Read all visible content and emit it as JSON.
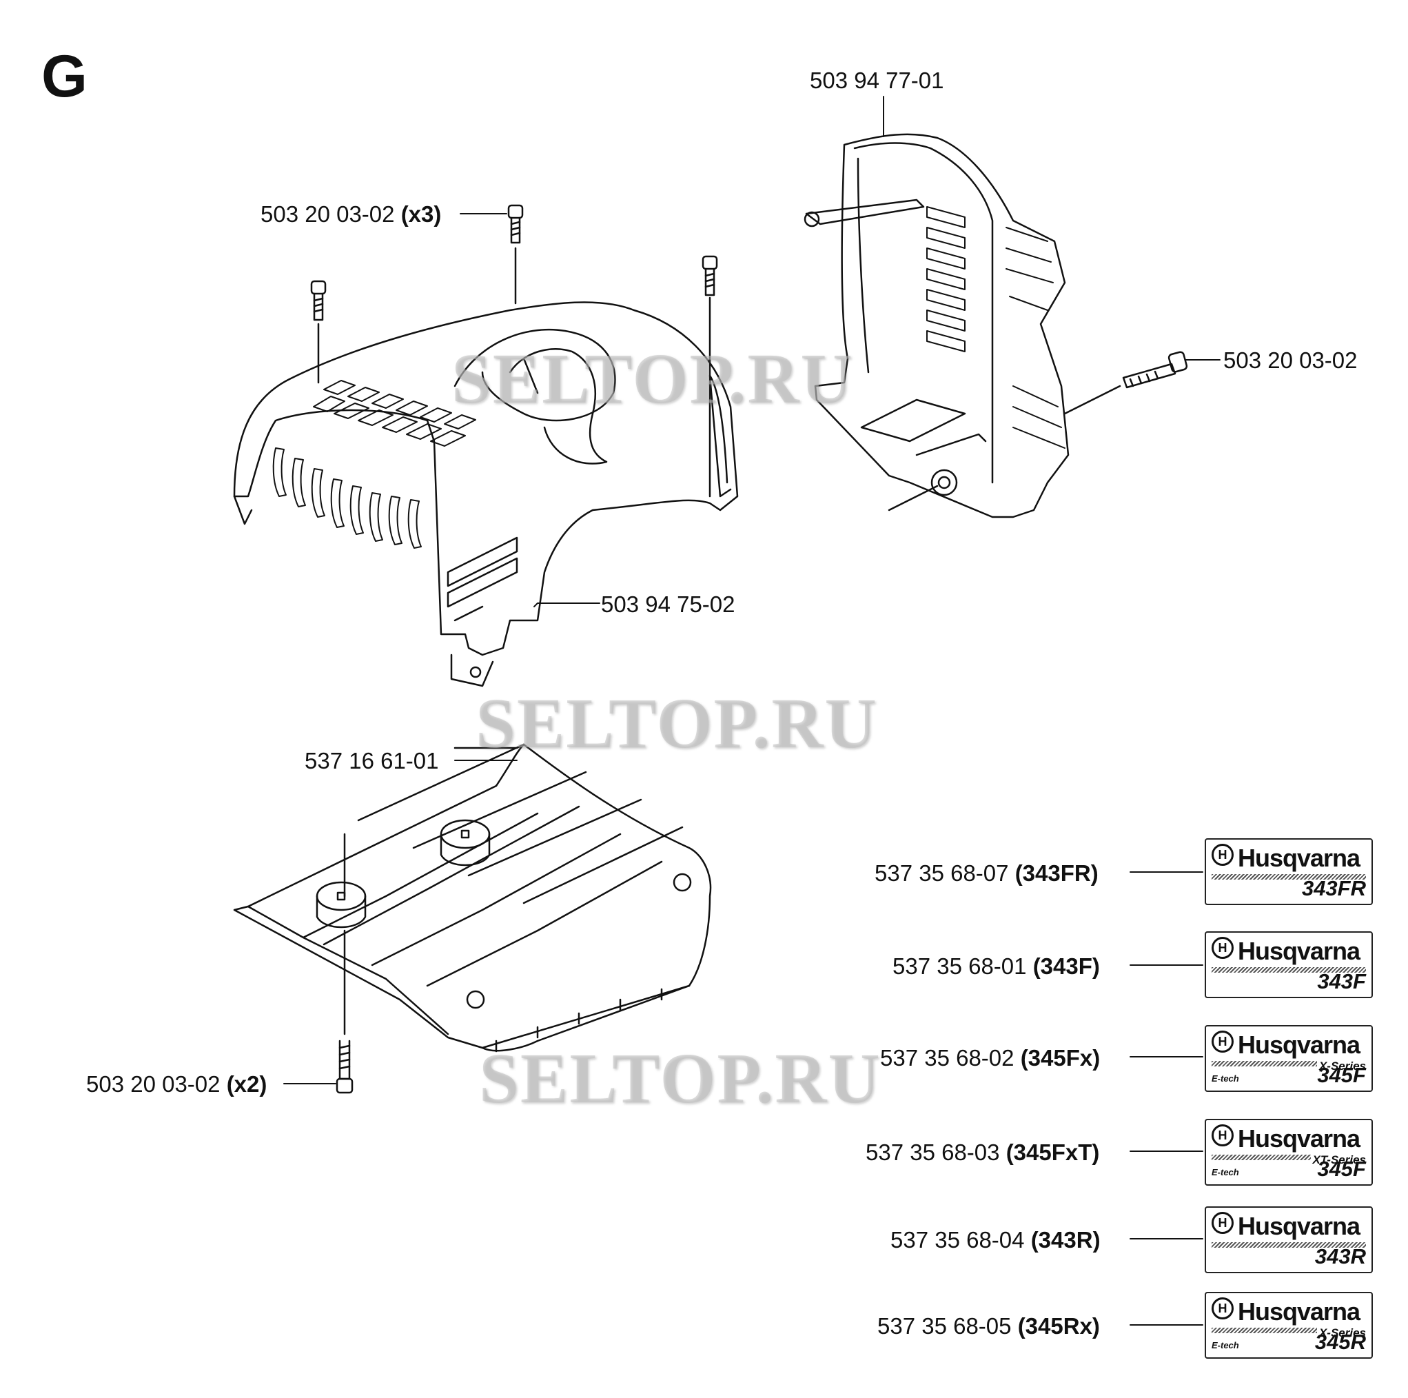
{
  "section": "G",
  "watermark": "SELTOP.RU",
  "parts": {
    "screw_top": {
      "number": "503 20 03-02",
      "qty": "(x3)"
    },
    "cover_front": {
      "number": "503 94 77-01"
    },
    "screw_side": {
      "number": "503 20 03-02"
    },
    "top_cover": {
      "number": "503 94 75-02"
    },
    "bottom_plate": {
      "number": "537 16 61-01"
    },
    "screw_bottom": {
      "number": "503 20 03-02",
      "qty": "(x2)"
    }
  },
  "decals": [
    {
      "number": "537 35 68-07",
      "model": "(343FR)",
      "brand": "Husqvarna",
      "label": "343FR",
      "series": "",
      "etech": ""
    },
    {
      "number": "537 35 68-01",
      "model": "(343F)",
      "brand": "Husqvarna",
      "label": "343F",
      "series": "",
      "etech": ""
    },
    {
      "number": "537 35 68-02",
      "model": "(345Fx)",
      "brand": "Husqvarna",
      "label": "345F",
      "series": "X-Series",
      "etech": "E-tech"
    },
    {
      "number": "537 35 68-03",
      "model": "(345FxT)",
      "brand": "Husqvarna",
      "label": "345F",
      "series": "XT-Series",
      "etech": "E-tech"
    },
    {
      "number": "537 35 68-04",
      "model": "(343R)",
      "brand": "Husqvarna",
      "label": "343R",
      "series": "",
      "etech": ""
    },
    {
      "number": "537 35 68-05",
      "model": "(345Rx)",
      "brand": "Husqvarna",
      "label": "345R",
      "series": "X-Series",
      "etech": "E-tech"
    }
  ],
  "icons": {
    "brand_logo": "husqvarna-crown-logo"
  }
}
